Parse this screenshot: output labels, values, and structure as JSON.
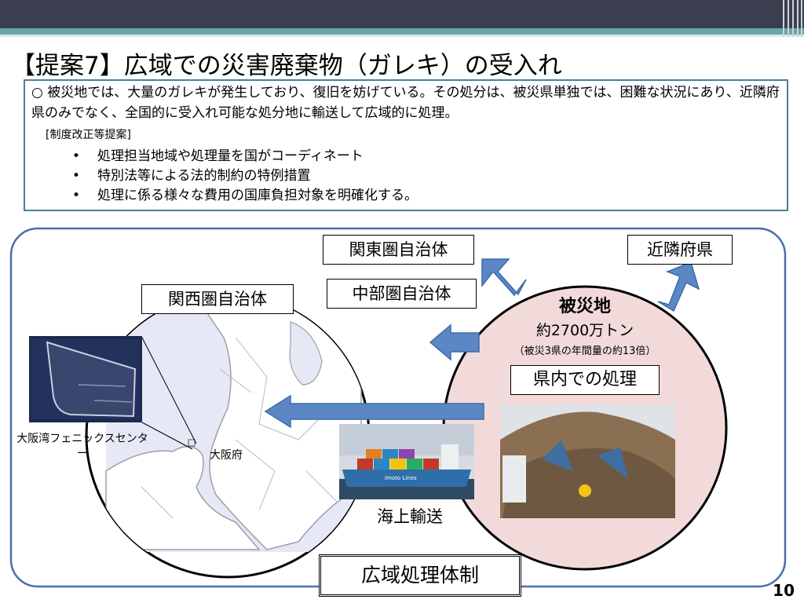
{
  "slide": {
    "title": "【提案7】広域での災害廃棄物（ガレキ）の受入れ",
    "page_number": "10"
  },
  "summary_box": {
    "paragraph": "○ 被災地では、大量のガレキが発生しており、復旧を妨げている。その処分は、被災県単独では、困難な状況にあり、近隣府県のみでなく、全国的に受入れ可能な処分地に輸送して広域的に処理。",
    "proposal_label": "[制度改正等提案]",
    "bullets": [
      "処理担当地域や処理量を国がコーディネート",
      "特別法等による法的制約の特例措置",
      "処理に係る様々な費用の国庫負担対象を明確化する。"
    ]
  },
  "diagram": {
    "kanto_label": "関東圏自治体",
    "chubu_label": "中部圏自治体",
    "kansai_label": "関西圏自治体",
    "neighbor_label": "近隣府県",
    "disaster_title": "被災地",
    "disaster_amount": "約2700万トン",
    "disaster_note": "（被災3県の年間量の約13倍）",
    "in_prefecture_label": "県内での処理",
    "osaka_bay_label": "大阪湾フェニックスセンター",
    "osaka_label": "大阪府",
    "sea_transport_label": "海上輸送",
    "system_label": "広域処理体制",
    "ship_name": "Imoto Lines"
  },
  "colors": {
    "topbar": "#3b3e4f",
    "accent_teal": "#6aa6a8",
    "box_border": "#4a7f9c",
    "arrow_fill": "#5b87c5",
    "disaster_circle": "#f2dada",
    "map_bg": "#e6e8f6"
  }
}
